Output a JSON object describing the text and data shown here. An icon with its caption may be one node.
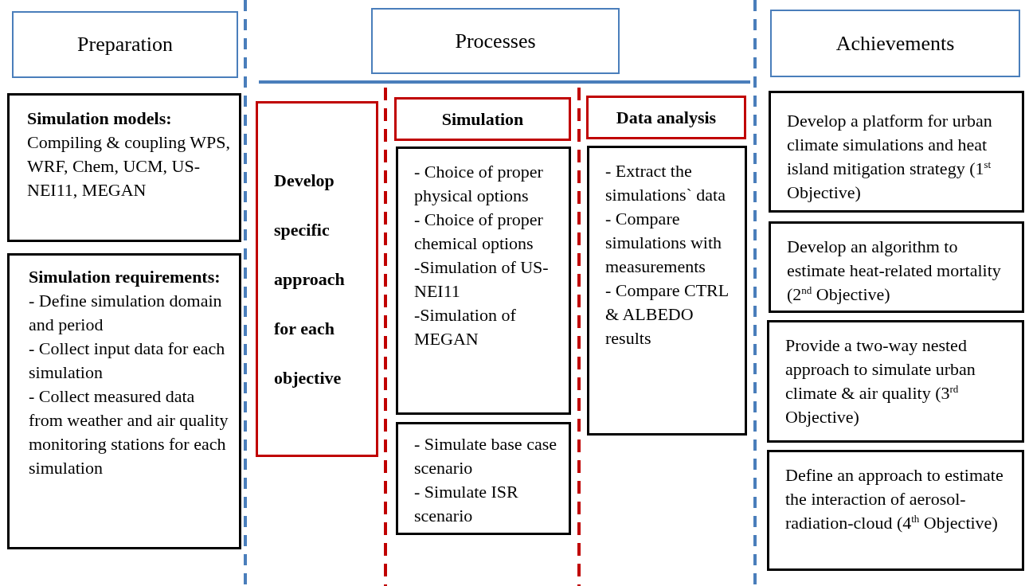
{
  "diagram": {
    "nodes": [
      {
        "text": [
          "Preparation"
        ]
      },
      {
        "text": [
          "Processes"
        ]
      },
      {
        "text": [
          "Achievements"
        ]
      },
      {
        "text": [
          "Simulation models:",
          "Compiling & coupling WPS, WRF, Chem, UCM, US-NEI11, MEGAN"
        ]
      },
      {
        "text": [
          "Simulation requirements:",
          "- Define simulation domain and period",
          "- Collect input data for each simulation",
          "- Collect measured data from weather and air quality monitoring stations for each simulation"
        ]
      },
      {
        "text": [
          "Develop specific approach for each objective"
        ]
      },
      {
        "text": [
          "Simulation"
        ]
      },
      {
        "text": [
          "- Choice of proper physical options",
          "- Choice of proper chemical options",
          "-Simulation of US-NEI11",
          "-Simulation of MEGAN"
        ]
      },
      {
        "text": [
          "- Simulate base case scenario",
          "- Simulate ISR scenario"
        ]
      },
      {
        "text": [
          "Data analysis"
        ]
      },
      {
        "text": [
          "- Extract the simulations` data",
          "- Compare simulations with measurements",
          "- Compare CTRL & ALBEDO results"
        ]
      },
      {
        "text": [
          "Develop a platform for urban climate simulations and heat island mitigation strategy (1$^{st}$ Objective)"
        ]
      },
      {
        "text": [
          "Develop an algorithm to estimate heat-related mortality (2$^{nd}$ Objective)"
        ]
      },
      {
        "text": [
          "Provide a two-way nested approach to simulate urban climate & air quality (3$^{rd}$ Objective)"
        ]
      },
      {
        "text": [
          "Define an approach to estimate the interaction of aerosol-radiation-cloud (4$^{th}$ Objective)"
        ]
      }
    ]
  }
}
